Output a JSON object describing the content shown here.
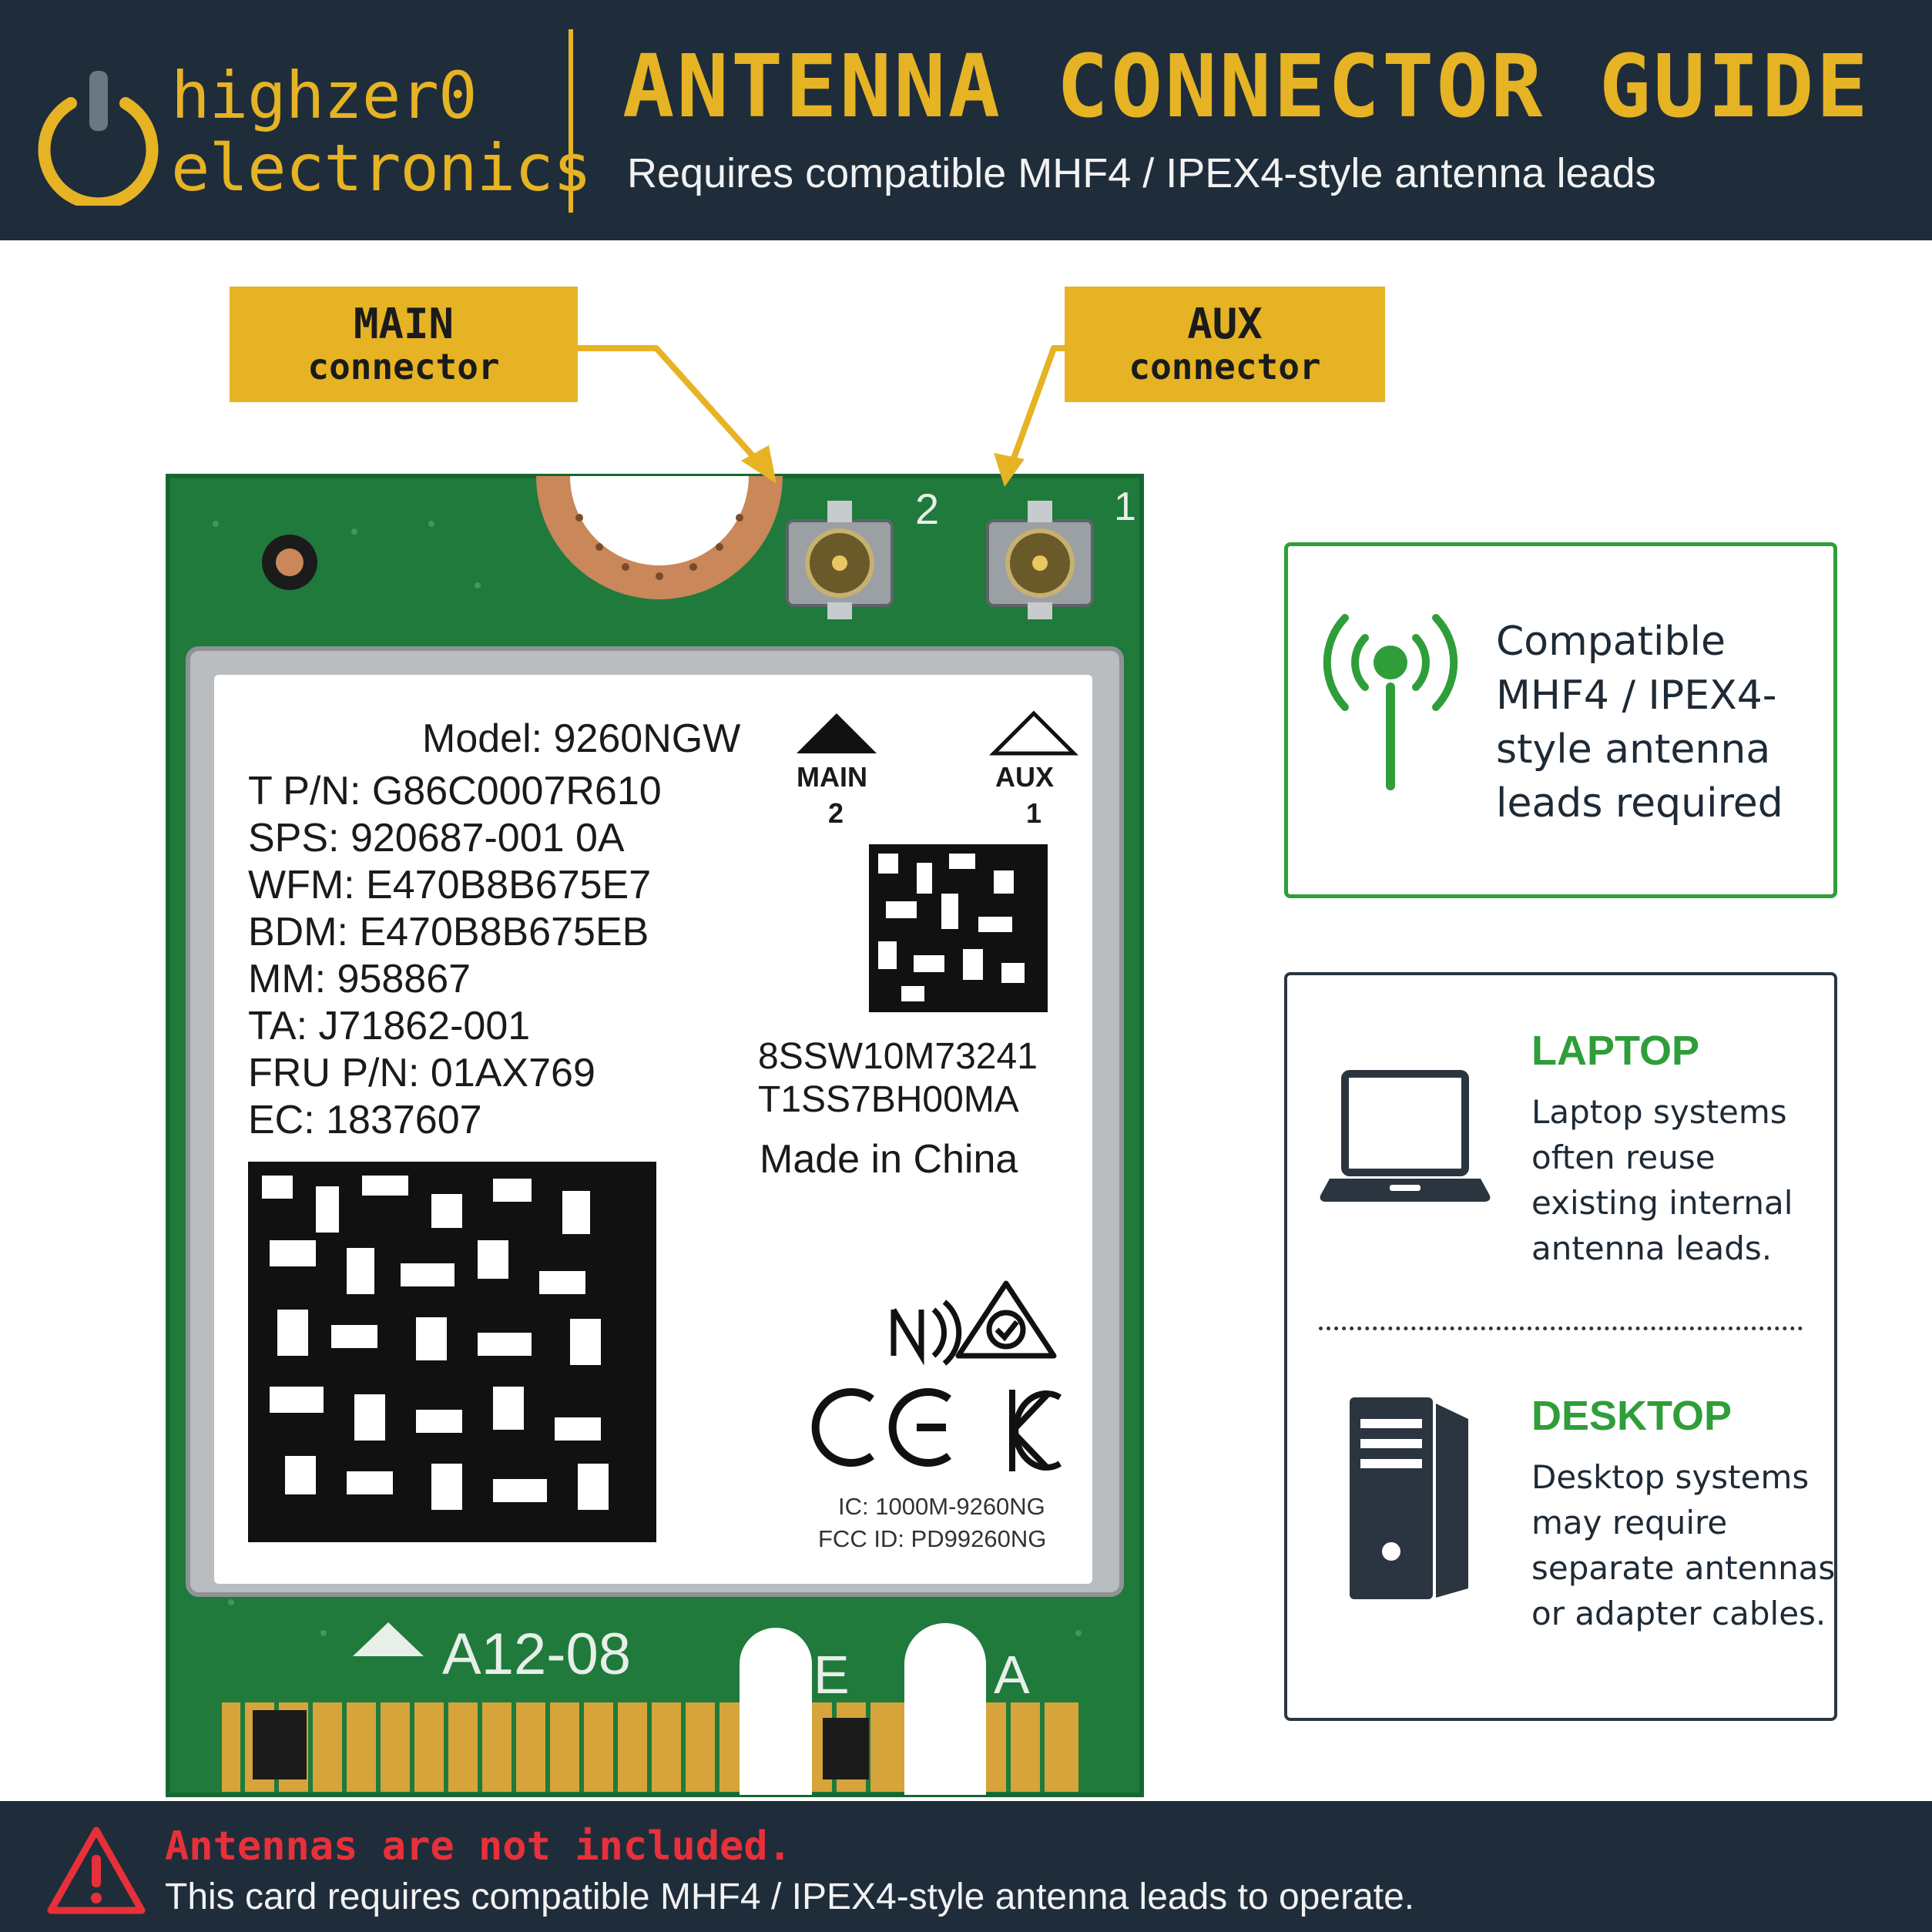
{
  "brand": {
    "line1": "highzer0",
    "line2": "electronics"
  },
  "header": {
    "title": "ANTENNA CONNECTOR GUIDE",
    "subtitle": "Requires compatible MHF4 / IPEX4-style antenna leads"
  },
  "callouts": {
    "main": {
      "line1": "MAIN",
      "line2": "connector"
    },
    "aux": {
      "line1": "AUX",
      "line2": "connector"
    }
  },
  "card": {
    "pcb": {
      "connector_2": "2",
      "connector_1": "1",
      "revision": "A12-08",
      "key_e": "E",
      "key_a": "A"
    },
    "label": {
      "model": "Model: 9260NGW",
      "lines": [
        "T P/N: G86C0007R610",
        "SPS: 920687-001 0A",
        "WFM: E470B8B675E7",
        "BDM: E470B8B675EB",
        "MM: 958867",
        "TA: J71862-001",
        "FRU P/N: 01AX769",
        "EC: 1837607"
      ],
      "antenna_main": {
        "label": "MAIN",
        "number": "2"
      },
      "antenna_aux": {
        "label": "AUX",
        "number": "1"
      },
      "serial_1": "8SSW10M73241",
      "serial_2": "T1SS7BH00MA",
      "origin": "Made in China",
      "ic": "IC: 1000M-9260NG",
      "fcc": "FCC ID: PD99260NG"
    }
  },
  "compat_panel": {
    "icon": "antenna-signal-icon",
    "text": "Compatible MHF4 / IPEX4-style antenna leads required"
  },
  "systems_panel": {
    "laptop": {
      "icon": "laptop-icon",
      "heading": "LAPTOP",
      "body": "Laptop systems often reuse existing internal antenna leads."
    },
    "desktop": {
      "icon": "desktop-tower-icon",
      "heading": "DESKTOP",
      "body": "Desktop systems may require separate antennas or adapter cables."
    }
  },
  "footer": {
    "icon": "warning-icon",
    "warning": "Antennas are not included.",
    "note": "This card requires compatible MHF4 / IPEX4-style antenna leads to operate."
  },
  "colors": {
    "navy": "#1f2d3b",
    "accent_yellow": "#e6b324",
    "green": "#2f9e3a",
    "pcb_green": "#1f7a3c",
    "warning_red": "#e8303a"
  }
}
